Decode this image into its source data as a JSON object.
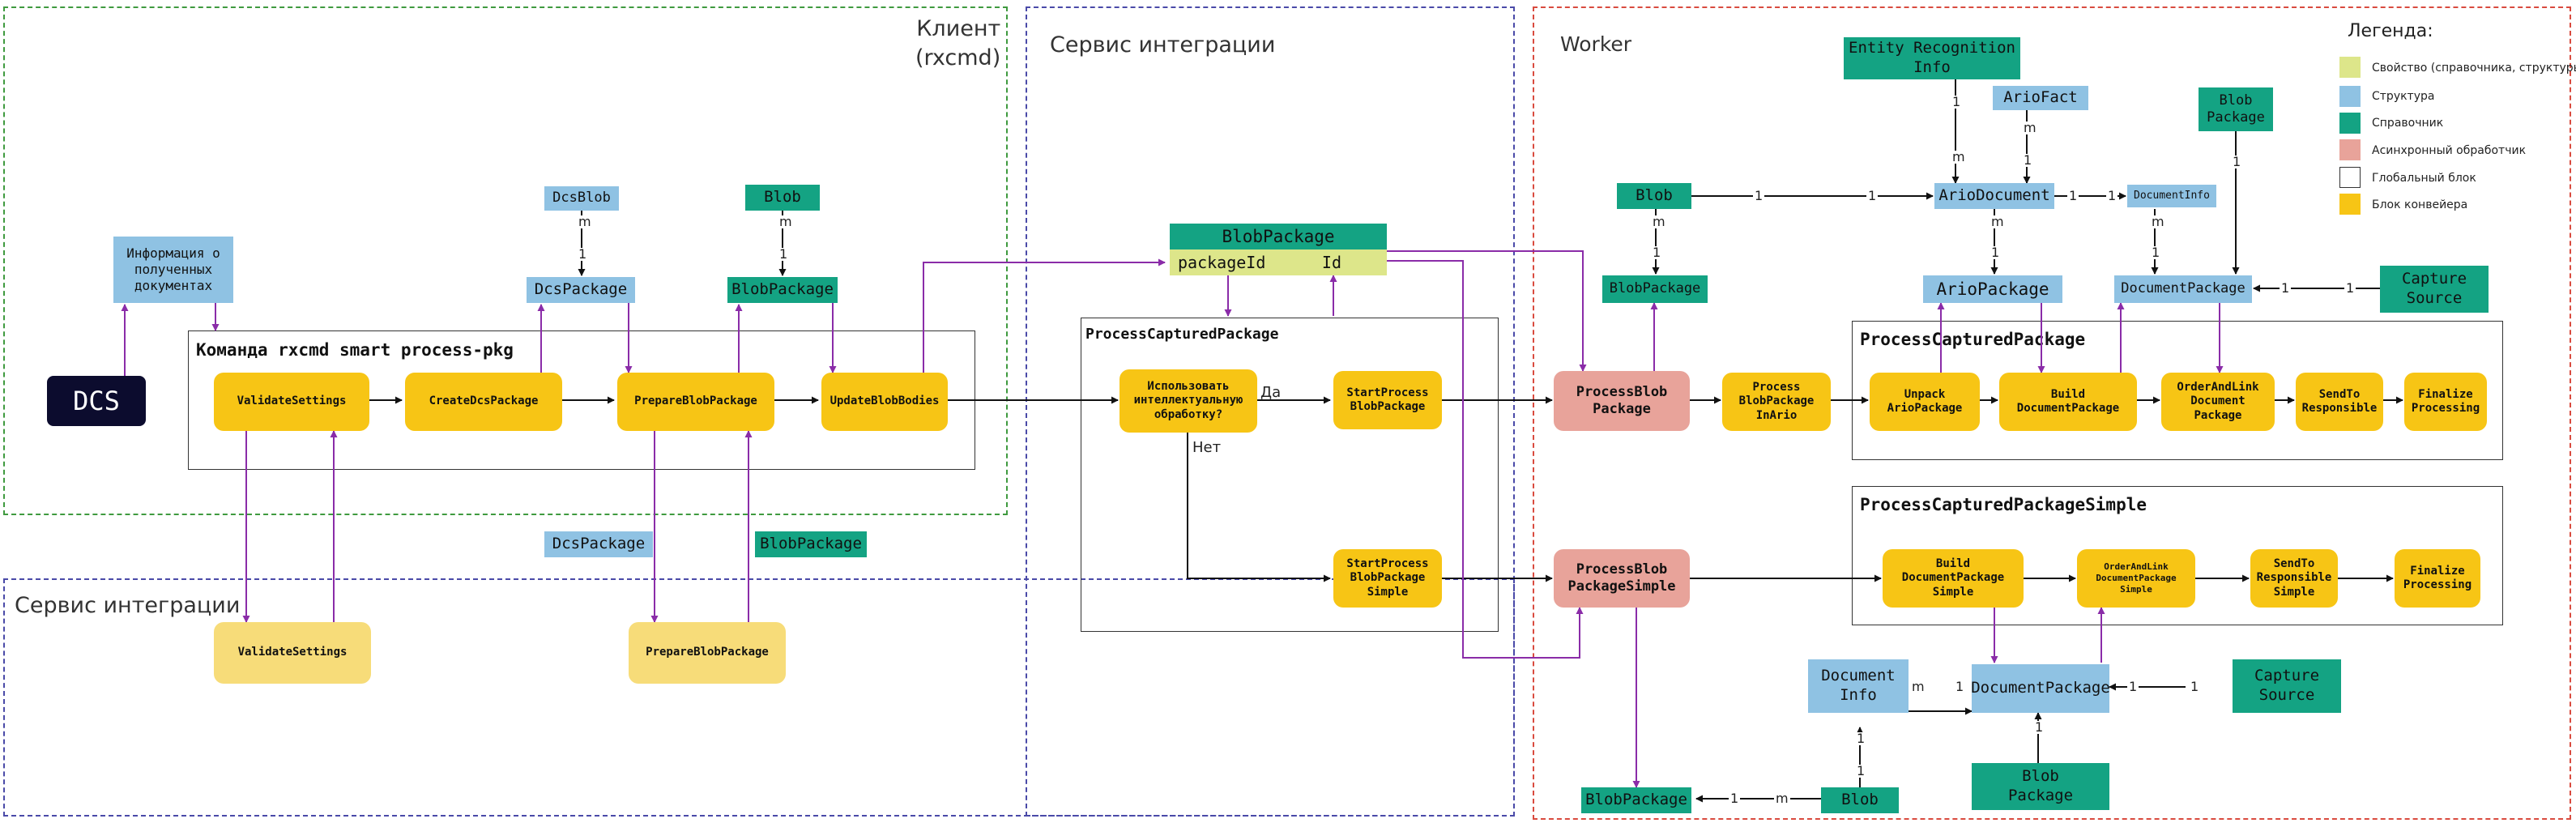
{
  "regions": {
    "client_title": "Клиент\n(rxcmd)",
    "integration_top_title": "Сервис интеграции",
    "worker_title": "Worker",
    "integration_bottom_title": "Сервис интеграции"
  },
  "legend": {
    "title": "Легенда:",
    "items": [
      {
        "label": "Свойство (справочника, структуры)",
        "color": "#dde68a"
      },
      {
        "label": "Структура",
        "color": "#8fc2e3"
      },
      {
        "label": "Справочник",
        "color": "#14a383"
      },
      {
        "label": "Асинхронный обработчик",
        "color": "#e8a39a"
      },
      {
        "label": "Глобальный блок",
        "color": "#ffffff"
      },
      {
        "label": "Блок конвейера",
        "color": "#f7c515"
      }
    ]
  },
  "client": {
    "dcs": "DCS",
    "info_docs": "Информация о\nполученных\nдокументах",
    "command_frame": "Команда rxcmd smart process-pkg",
    "dcs_blob": "DcsBlob",
    "blob": "Blob",
    "dcs_package": "DcsPackage",
    "blob_package": "BlobPackage",
    "steps": {
      "validate": "ValidateSettings",
      "create": "CreateDcsPackage",
      "prepare": "PrepareBlobPackage",
      "update": "UpdateBlobBodies"
    }
  },
  "integration_bottom": {
    "dcs_package": "DcsPackage",
    "blob_package": "BlobPackage",
    "validate": "ValidateSettings",
    "prepare": "PrepareBlobPackage"
  },
  "integration_top": {
    "blob_package": "BlobPackage",
    "prop_package_id": "packageId",
    "prop_id": "Id",
    "frame": "ProcessCapturedPackage",
    "decision": "Использовать\nинтеллектуальную\nобработку?",
    "yes": "Да",
    "no": "Нет",
    "start_process": "StartProcess\nBlobPackage",
    "start_process_simple": "StartProcess\nBlobPackage\nSimple"
  },
  "worker": {
    "entity_recognition": "Entity Recognition\nInfo",
    "ario_fact": "ArioFact",
    "blob_package_ref_top": "Blob\nPackage",
    "blob": "Blob",
    "ario_document": "ArioDocument",
    "document_info_small": "DocumentInfo",
    "blob_package": "BlobPackage",
    "ario_package": "ArioPackage",
    "document_package": "DocumentPackage",
    "capture_source": "Capture\nSource",
    "process_blob_package": "ProcessBlob\nPackage",
    "process_blob_package_simple": "ProcessBlob\nPackageSimple",
    "frame_full": "ProcessCapturedPackage",
    "frame_simple": "ProcessCapturedPackageSimple",
    "steps_full": {
      "in_ario": "Process\nBlobPackage\nInArio",
      "unpack": "Unpack\nArioPackage",
      "build": "Build\nDocumentPackage",
      "order": "OrderAndLink\nDocument\nPackage",
      "send": "SendTo\nResponsible",
      "finalize": "Finalize\nProcessing"
    },
    "steps_simple": {
      "build": "Build\nDocumentPackage\nSimple",
      "order": "OrderAndLink\nDocumentPackage\nSimple",
      "send": "SendTo\nResponsible\nSimple",
      "finalize": "Finalize\nProcessing"
    },
    "bottom": {
      "document_info": "Document\nInfo",
      "document_package": "DocumentPackage",
      "capture_source": "Capture\nSource",
      "blob_package_ref": "Blob\nPackage",
      "blob_package": "BlobPackage",
      "blob": "Blob"
    }
  },
  "multiplicity": {
    "one": "1",
    "many": "m"
  }
}
